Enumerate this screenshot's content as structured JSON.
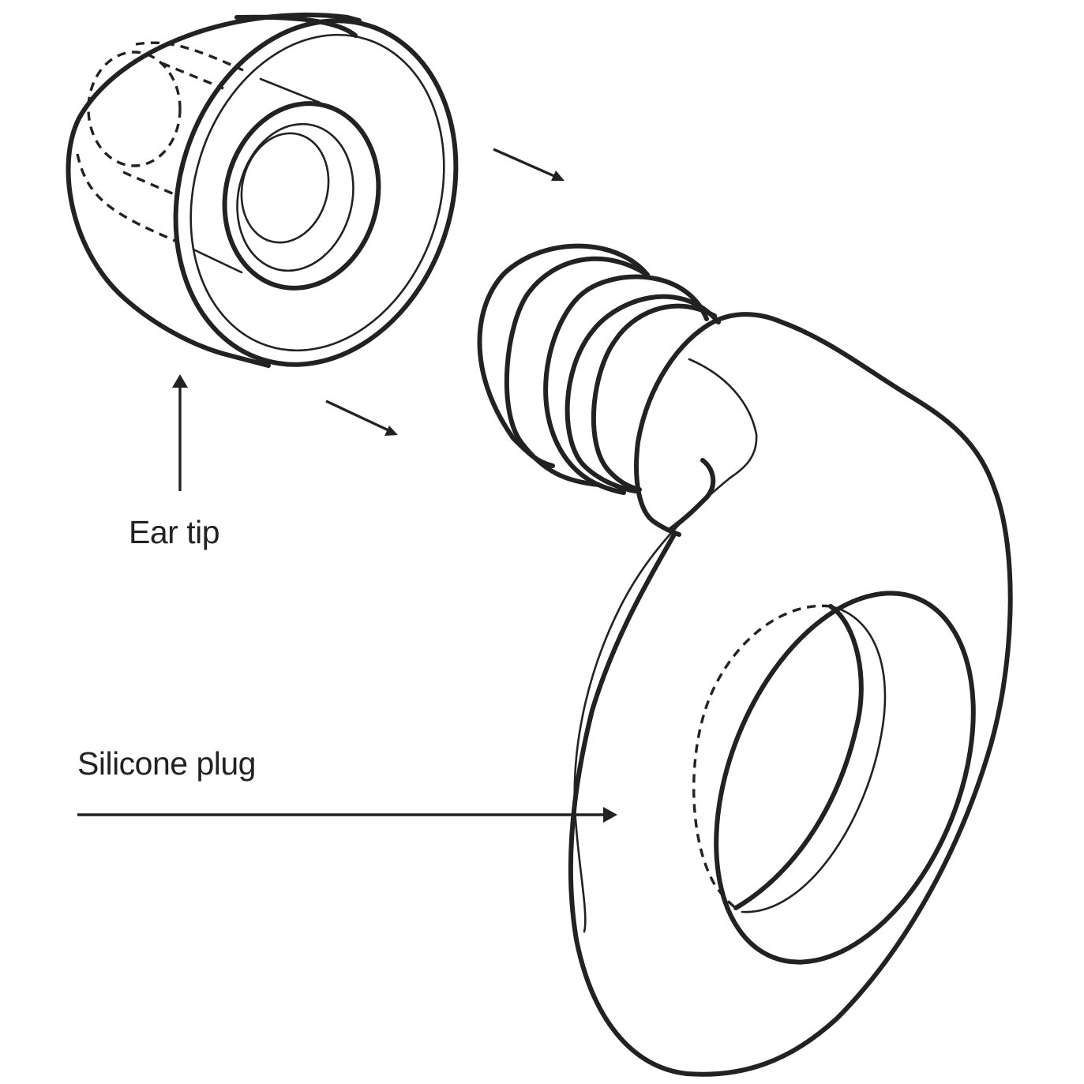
{
  "diagram": {
    "title_parts": [
      {
        "id": "ear-tip",
        "label": "Ear tip"
      },
      {
        "id": "silicone-plug",
        "label": "Silicone plug"
      }
    ],
    "stroke_color": "#222222",
    "background_color": "#ffffff"
  }
}
